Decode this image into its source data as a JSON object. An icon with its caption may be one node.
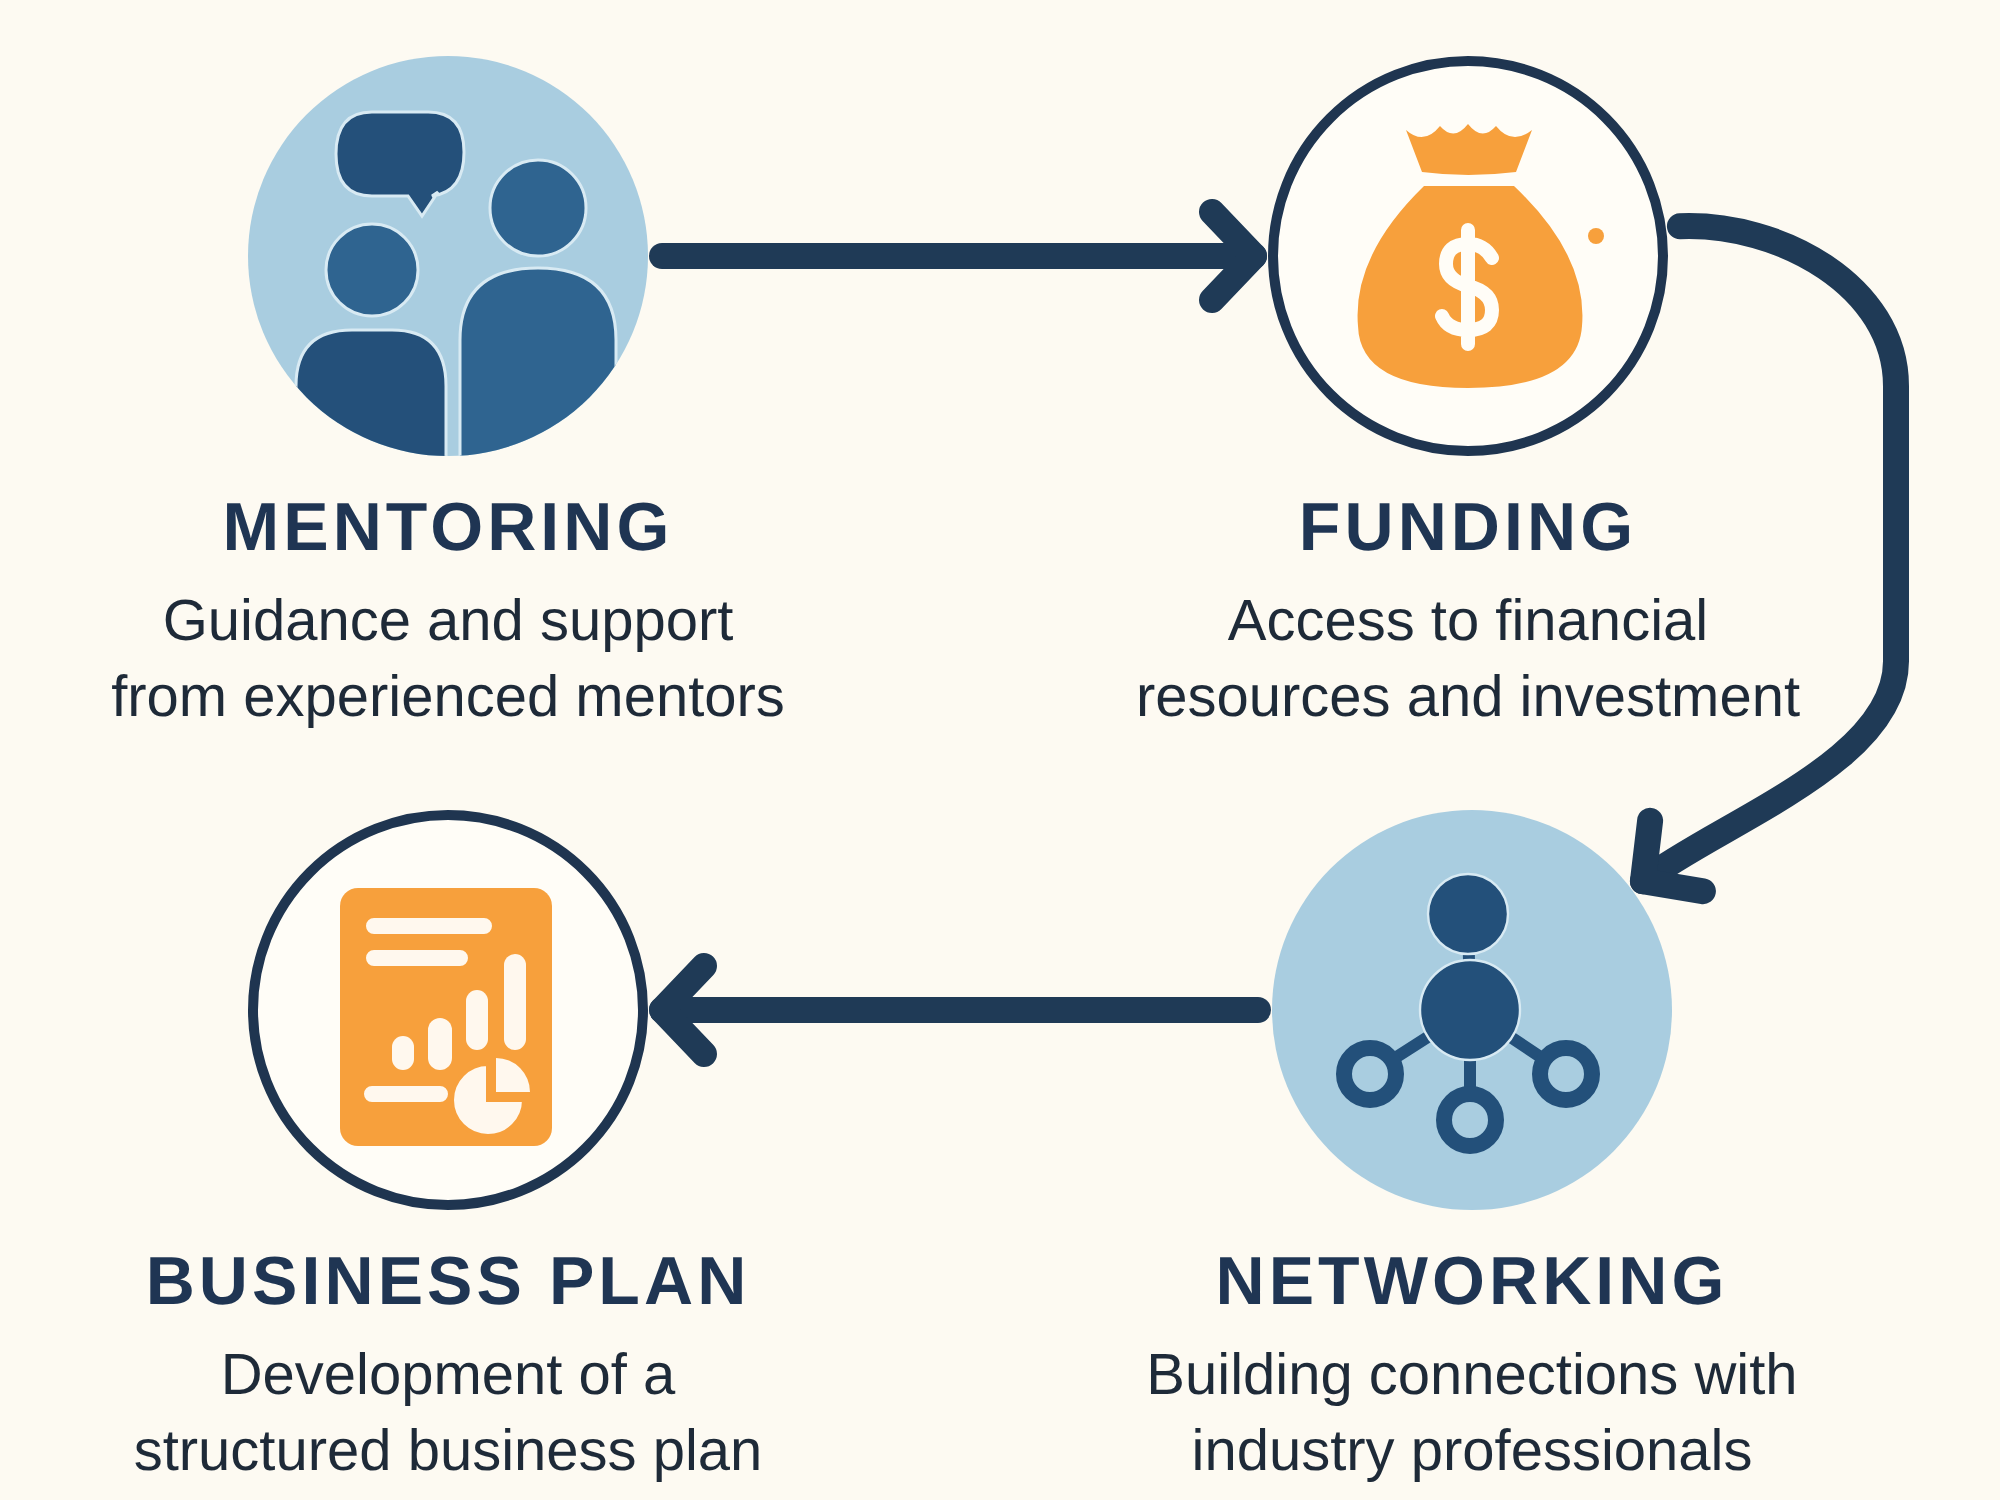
{
  "diagram": {
    "nodes": [
      {
        "text": [
          "MENTORING",
          "Guidance and support from experienced mentors"
        ]
      },
      {
        "text": [
          "FUNDING",
          "Access to financial resources and investment"
        ]
      },
      {
        "text": [
          "BUSINESS PLAN",
          "Development of a structured business plan"
        ]
      },
      {
        "text": [
          "NETWORKING",
          "Building connections with industry professionals"
        ]
      }
    ],
    "edges": [
      {
        "from": 0,
        "to": 1,
        "arrow": "to"
      },
      {
        "from": 1,
        "to": 3,
        "arrow": "to"
      },
      {
        "from": 3,
        "to": 2,
        "arrow": "to"
      }
    ]
  }
}
